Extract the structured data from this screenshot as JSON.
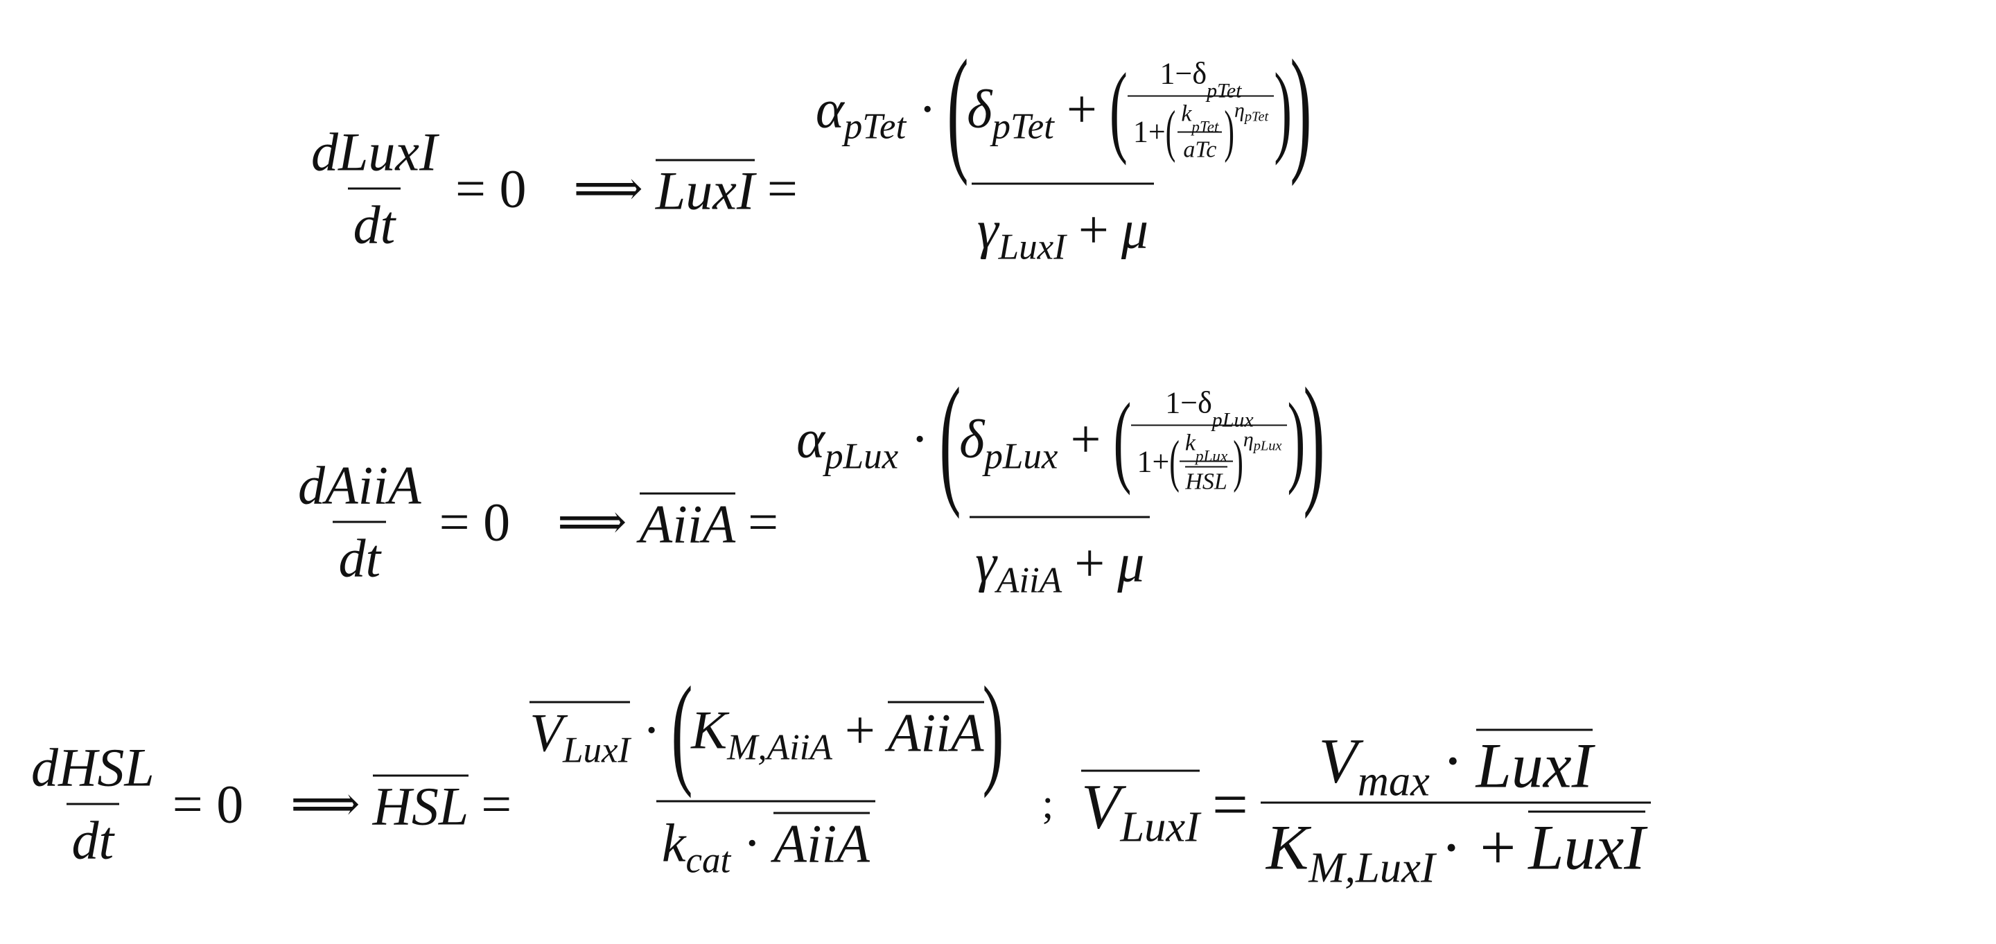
{
  "equations": [
    {
      "lhs_num": "dLuxI",
      "lhs_den": "dt",
      "equals_zero": "= 0",
      "implies": "⟹",
      "var": "LuxI",
      "equals": "=",
      "alpha": "α",
      "alpha_sub": "pTet",
      "dot": "·",
      "delta": "δ",
      "delta_sub": "pTet",
      "plus": "+",
      "inner_num": "1−δ",
      "inner_num_sub": "pTet",
      "one_plus": "1+",
      "k": "k",
      "k_sub": "pTet",
      "inducer": "aTc",
      "eta": "η",
      "eta_sub": "pTet",
      "gamma": "γ",
      "gamma_sub": "LuxI",
      "mu": "μ",
      "lparen": "(",
      "rparen": ")"
    },
    {
      "lhs_num": "dAiiA",
      "lhs_den": "dt",
      "equals_zero": "= 0",
      "implies": "⟹",
      "var": "AiiA",
      "equals": "=",
      "alpha": "α",
      "alpha_sub": "pLux",
      "dot": "·",
      "delta": "δ",
      "delta_sub": "pLux",
      "plus": "+",
      "inner_num": "1−δ",
      "inner_num_sub": "pLux",
      "one_plus": "1+",
      "k": "k",
      "k_sub": "pLux",
      "inducer": "HSL",
      "eta": "η",
      "eta_sub": "pLux",
      "gamma": "γ",
      "gamma_sub": "AiiA",
      "mu": "μ",
      "lparen": "(",
      "rparen": ")"
    },
    {
      "lhs_num": "dHSL",
      "lhs_den": "dt",
      "equals_zero": "= 0",
      "implies": "⟹",
      "var": "HSL",
      "equals": "=",
      "v": "V",
      "v_sub": "LuxI",
      "dot": "·",
      "km": "K",
      "km_sub": "M,AiiA",
      "plus": "+",
      "aiia": "AiiA",
      "kcat": "k",
      "kcat_sub": "cat",
      "separator": ";",
      "vmax": "V",
      "vmax_sub": "max",
      "luxi": "LuxI",
      "km2_sub": "M,LuxI",
      "lparen": "(",
      "rparen": ")"
    }
  ]
}
